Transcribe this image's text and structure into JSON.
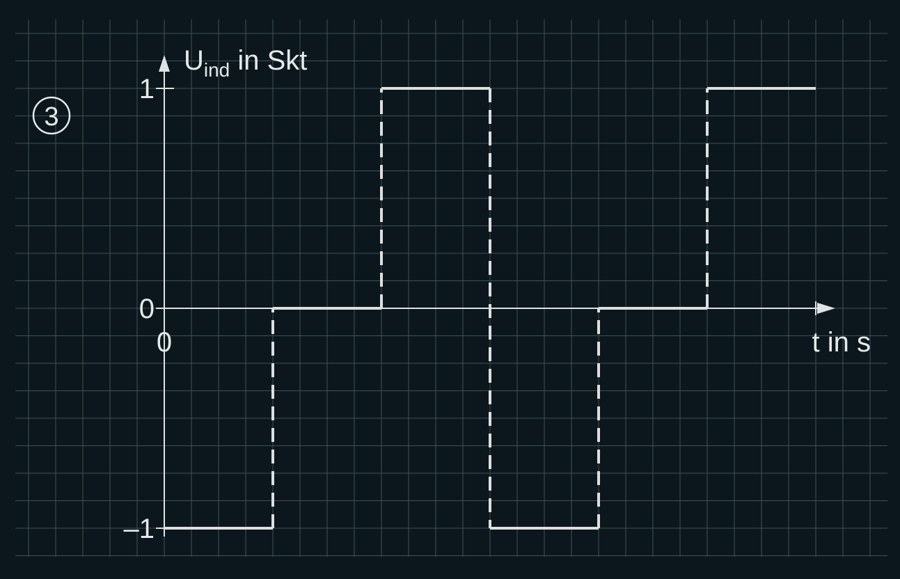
{
  "panel_number": "3",
  "chart_data": {
    "type": "line",
    "title": "",
    "ylabel_main": "U",
    "ylabel_sub": "ind",
    "ylabel_unit": " in Skt",
    "xlabel": "t in s",
    "x_origin_label": "0",
    "y_tick_labels": [
      {
        "value": 1,
        "label": "1"
      },
      {
        "value": 0,
        "label": "0"
      },
      {
        "value": -1,
        "label": "–1"
      }
    ],
    "xlim": [
      0,
      24
    ],
    "ylim": [
      -1,
      1
    ],
    "grid": true,
    "series": [
      {
        "segments": [
          {
            "x0": 0,
            "x1": 4,
            "y": -1
          },
          {
            "x0": 4,
            "x1": 8,
            "y": 0
          },
          {
            "x0": 8,
            "x1": 12,
            "y": 1
          },
          {
            "x0": 12,
            "x1": 16,
            "y": -1
          },
          {
            "x0": 16,
            "x1": 20,
            "y": 0
          },
          {
            "x0": 20,
            "x1": 24,
            "y": 1
          }
        ],
        "transitions": [
          {
            "x": 4,
            "from": -1,
            "to": 0
          },
          {
            "x": 8,
            "from": 0,
            "to": 1
          },
          {
            "x": 12,
            "from": 1,
            "to": -1
          },
          {
            "x": 16,
            "from": -1,
            "to": 0
          },
          {
            "x": 20,
            "from": 0,
            "to": 1
          }
        ]
      }
    ]
  }
}
